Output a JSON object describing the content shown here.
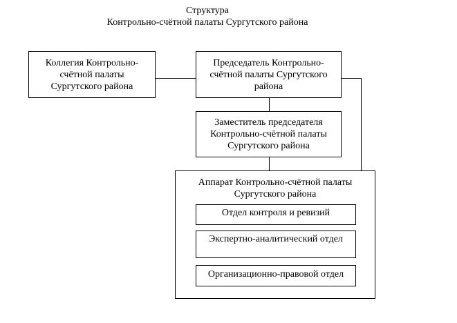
{
  "title": {
    "line1": "Структура",
    "line2": "Контрольно-счётной палаты Сургутского района"
  },
  "boxes": {
    "collegium": "Коллегия Контрольно-счётной палаты Сургутского района",
    "chairman": "Председатель Контрольно-счётной палаты Сургутского района",
    "deputy": "Заместитель председателя Контрольно-счётной палаты Сургутского района",
    "apparatus": "Аппарат Контрольно-счётной палаты Сургутского района"
  },
  "departments": [
    "Отдел контроля и ревизий",
    "Экспертно-аналитический отдел",
    "Организационно-правовой отдел"
  ]
}
